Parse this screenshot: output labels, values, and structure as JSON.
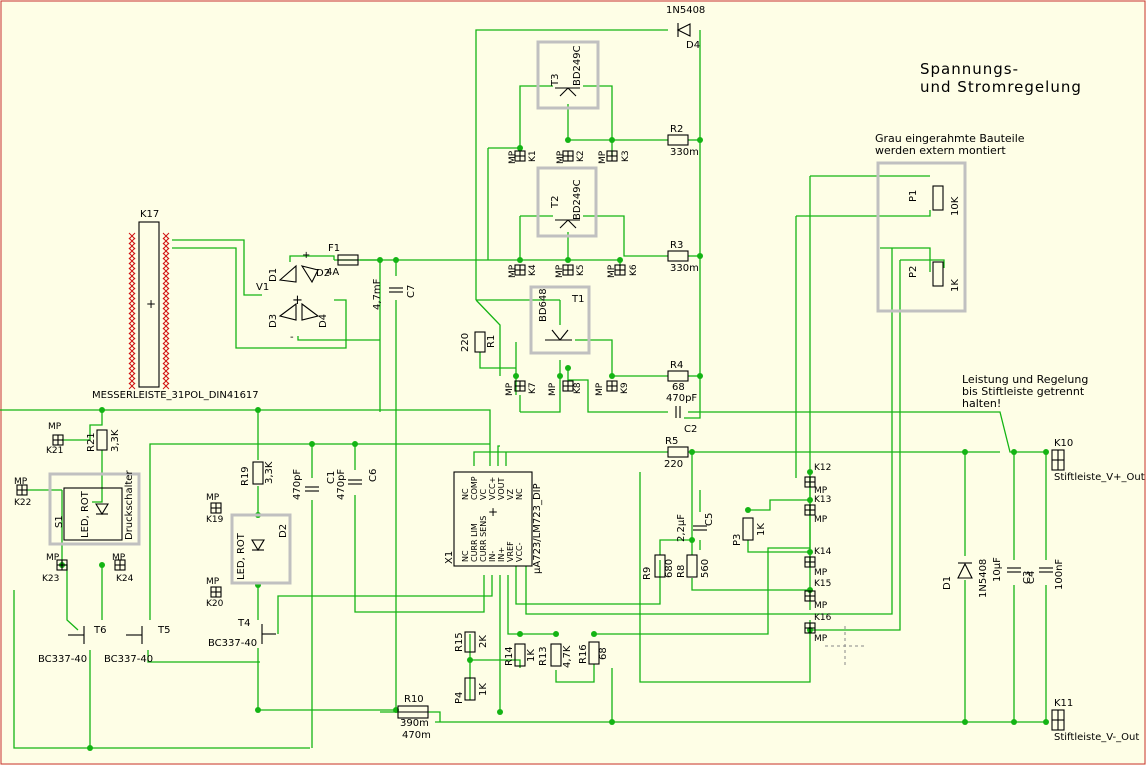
{
  "title": {
    "line1": "Spannungs-",
    "line2": "und Stromregelung"
  },
  "note_grey": {
    "line1": "Grau eingerahmte Bauteile",
    "line2": "werden extern montiert"
  },
  "note_power": {
    "line1": "Leistung und Regelung",
    "line2": "bis Stiftleiste getrennt",
    "line3": "halten!"
  },
  "connector": {
    "ref": "K17",
    "name": "MESSERLEISTE_31POL_DIN41617"
  },
  "diodes": {
    "d4_type": "1N5408",
    "d4_ref": "D4",
    "d1_ref": "D1",
    "d1_type": "1N5408"
  },
  "bridge": {
    "d1": "D1",
    "d2": "D2",
    "d3": "D3",
    "d4": "D4",
    "v1": "V1",
    "plus": "+",
    "minus": "-"
  },
  "fuse": {
    "ref": "F1",
    "value": "4A"
  },
  "caps": {
    "c7": "C7",
    "c7_val": "4,7mF",
    "c2": "C2",
    "c2_val": "470pF",
    "c1": "C1",
    "c1_val": "470pF",
    "c6": "C6",
    "c6_val": "470pF",
    "c5": "C5",
    "c5_val": "2,2µF",
    "c3": "C3",
    "c3_val": "10µF",
    "c4": "C4",
    "c4_val": "100nF"
  },
  "transistors": {
    "t3": "T3",
    "t3_type": "BD249C",
    "t2": "T2",
    "t2_type": "BD249C",
    "t1": "T1",
    "t1_type": "BD648",
    "t4": "T4",
    "t4_type": "BC337-40",
    "t5": "T5",
    "t5_type": "BC337-40",
    "t6": "T6",
    "t6_type": "BC337-40"
  },
  "resistors": {
    "r2": "R2",
    "r2_val": "330m",
    "r3": "R3",
    "r3_val": "330m",
    "r4": "R4",
    "r4_val": "68",
    "r1": "R1",
    "r1_val": "220",
    "r5": "R5",
    "r5_val": "220",
    "r21": "R21",
    "r21_val": "3,3K",
    "r19": "R19",
    "r19_val": "3,3K",
    "r9": "R9",
    "r9_val": "680",
    "r8": "R8",
    "r8_val": "560",
    "r15": "R15",
    "r15_val": "2K",
    "r14": "R14",
    "r14_val": "1K",
    "r13": "R13",
    "r13_val": "4,7K",
    "r16": "R16",
    "r16_val": "68",
    "r10": "R10",
    "r10_val": "470m",
    "r10_val2": "390m"
  },
  "pots": {
    "p1": "P1",
    "p1_val": "10K",
    "p2": "P2",
    "p2_val": "1K",
    "p3": "P3",
    "p3_val": "1K",
    "p4": "P4",
    "p4_val": "1K"
  },
  "mp": {
    "label": "MP",
    "k1": "K1",
    "k2": "K2",
    "k3": "K3",
    "k4": "K4",
    "k5": "K5",
    "k6": "K6",
    "k7": "K7",
    "k8": "K8",
    "k9": "K9",
    "k12": "K12",
    "k13": "K13",
    "k14": "K14",
    "k15": "K15",
    "k16": "K16",
    "k19": "K19",
    "k20": "K20",
    "k21": "K21",
    "k22": "K22",
    "k23": "K23",
    "k24": "K24"
  },
  "outputs": {
    "k10": "K10",
    "k10_name": "Stiftleiste_V+_Out",
    "k11": "K11",
    "k11_name": "Stiftleiste_V-_Out"
  },
  "ic": {
    "ref": "X1",
    "name": "µA723/LM723_DIP",
    "top_pins": [
      "NC",
      "COMP",
      "VC",
      "VCC+",
      "VOUT",
      "VZ",
      "NC"
    ],
    "bottom_pins": [
      "NC",
      "CURR LIM",
      "CURR SENS",
      "IN-",
      "IN+",
      "VREF",
      "VCC-"
    ],
    "plus": "+"
  },
  "leds": {
    "d2": "D2",
    "d2_label": "LED, ROT",
    "s1": "S1",
    "s1_led": "LED, ROT",
    "s1_switch": "Druckschalter"
  }
}
